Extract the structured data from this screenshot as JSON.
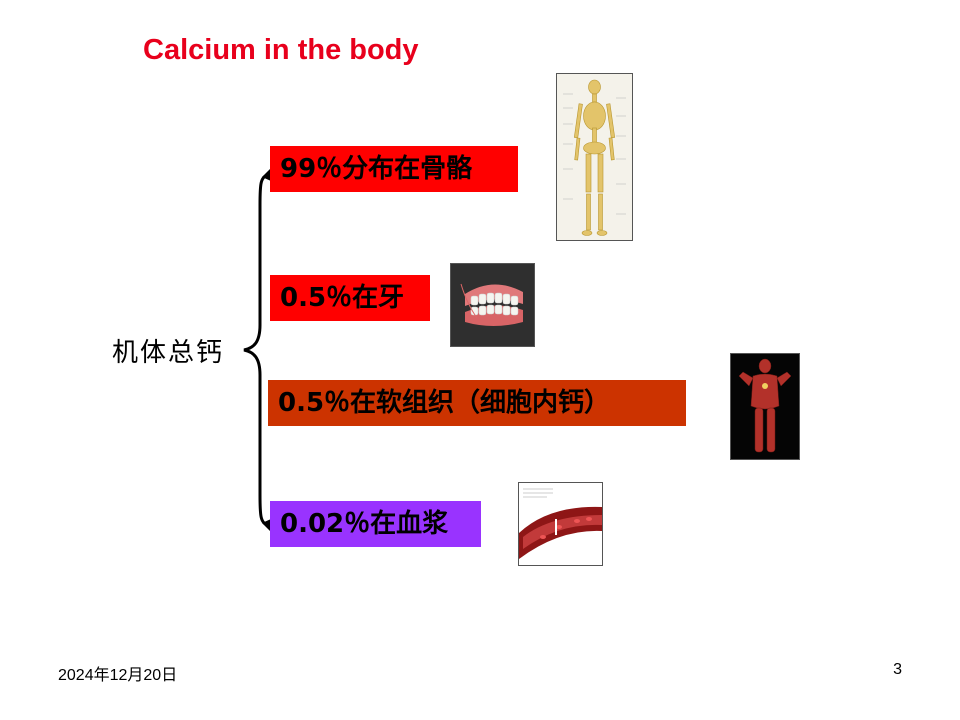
{
  "slide": {
    "title": "Calcium in the body",
    "main_label": "机体总钙",
    "items": [
      {
        "text": "99％分布在骨骼",
        "color": "#ff0000",
        "image_icon": "skeleton-icon"
      },
      {
        "text": "0.5％在牙",
        "color": "#ff0000",
        "image_icon": "teeth-icon"
      },
      {
        "text": "0.5％在软组织（细胞内钙）",
        "color": "#cc3300",
        "image_icon": "muscle-body-icon"
      },
      {
        "text": "0.02％在血浆",
        "color": "#9933ff",
        "image_icon": "blood-vessel-icon"
      }
    ]
  },
  "footer": {
    "date": "2024年12月20日",
    "page_number": "3"
  }
}
